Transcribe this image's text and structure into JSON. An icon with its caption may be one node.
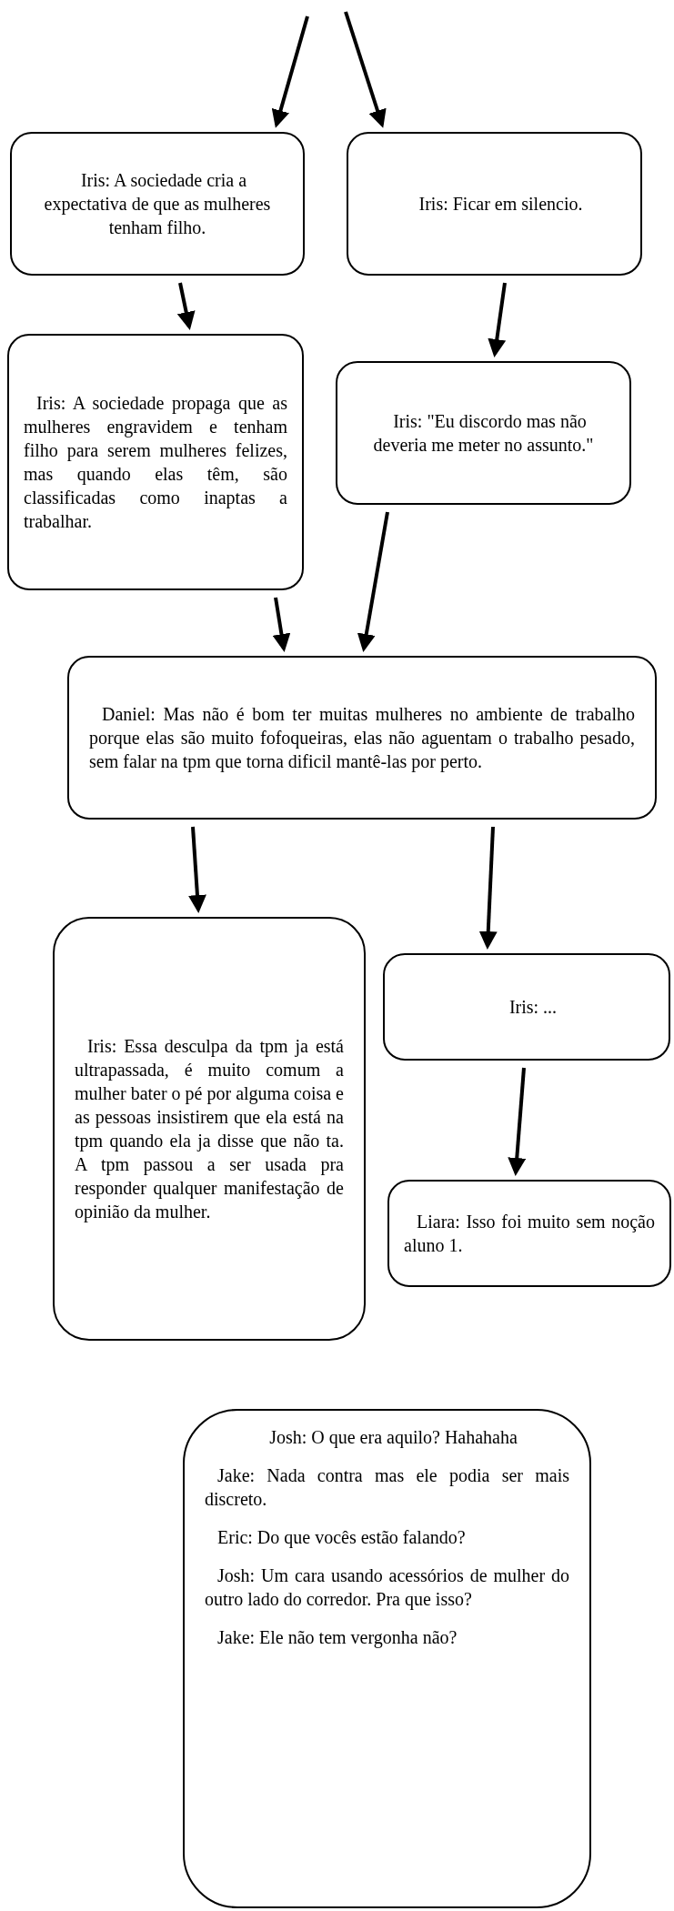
{
  "diagram": {
    "nodes": [
      {
        "text": [
          "Iris: A sociedade cria a expectativa de que as mulheres tenham filho."
        ]
      },
      {
        "text": [
          "Iris: Ficar em silencio."
        ]
      },
      {
        "text": [
          "Iris: A sociedade propaga que as mulheres engravidem e tenham filho para serem mulheres felizes, mas quando elas têm, são classificadas como inaptas a trabalhar."
        ]
      },
      {
        "text": [
          "Iris: \"Eu discordo mas não deveria me meter no assunto.\""
        ]
      },
      {
        "text": [
          "Daniel: Mas não é bom ter muitas mulheres no ambiente de trabalho porque elas são muito fofoqueiras, elas não aguentam o trabalho pesado, sem falar na tpm que torna dificil mantê-las por perto."
        ]
      },
      {
        "text": [
          "Iris: Essa desculpa da tpm ja está ultrapassada, é muito comum a mulher bater o pé por alguma coisa e as pessoas insistirem que ela está na tpm quando ela ja disse que não ta. A tpm passou a ser usada pra responder qualquer manifestação de opinião da mulher."
        ]
      },
      {
        "text": [
          "Iris: ..."
        ]
      },
      {
        "text": [
          "Liara: Isso foi muito sem noção aluno 1."
        ]
      },
      {
        "text": [
          "Josh: O que era aquilo? Hahahaha",
          "Jake: Nada contra mas ele podia ser mais discreto.",
          "Eric: Do que vocês estão falando?",
          "Josh: Um cara usando acessórios de mulher do outro lado do corredor. Pra que isso?",
          "Jake: Ele não tem vergonha não?"
        ]
      }
    ],
    "edges": [
      {
        "from": null,
        "to": 0,
        "arrow": "to"
      },
      {
        "from": null,
        "to": 1,
        "arrow": "to"
      },
      {
        "from": 0,
        "to": 2,
        "arrow": "to"
      },
      {
        "from": 1,
        "to": 3,
        "arrow": "to"
      },
      {
        "from": 2,
        "to": 4,
        "arrow": "to"
      },
      {
        "from": 3,
        "to": 4,
        "arrow": "to"
      },
      {
        "from": 4,
        "to": 5,
        "arrow": "to"
      },
      {
        "from": 4,
        "to": 6,
        "arrow": "to"
      },
      {
        "from": 6,
        "to": 7,
        "arrow": "to"
      }
    ]
  }
}
